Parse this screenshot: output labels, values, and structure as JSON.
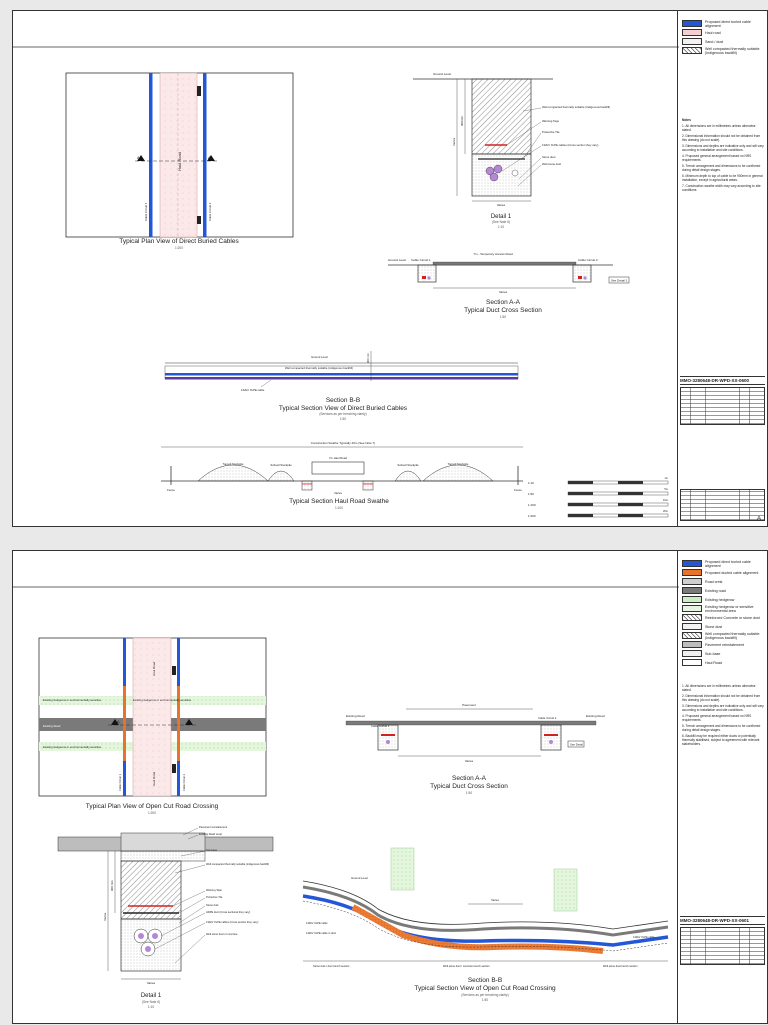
{
  "sheet1": {
    "legend": [
      {
        "label": "Proposed direct buried cable alignment",
        "color": "#2457d6",
        "pattern": "solid"
      },
      {
        "label": "Haul road",
        "color": "#f6d0d0",
        "pattern": "solid"
      },
      {
        "label": "Sand / dust",
        "color": "#f2f2f2",
        "pattern": "dots"
      },
      {
        "label": "Well compacted thermally suitable (Indigenous backfill)",
        "color": "#ffffff",
        "pattern": "hatch"
      }
    ],
    "notes_heading": "Notes",
    "notes": [
      "1. All dimensions are in millimetres unless otherwise stated.",
      "2. Dimensional information should not be obtained from this drawing (do not scale).",
      "3. Dimensions and depths are indicative only and will vary according to installation and site conditions.",
      "4. Proposed general arrangement based on NRS requirements.",
      "5. Trench arrangement and dimensions to be confirmed during detail design stages.",
      "6. Minimum depth to top of cable to be 900mm in general installation, except in agricultural areas.",
      "7. Construction swathe width may vary according to site conditions."
    ],
    "drawing_no": "MMO-3280648-DR-WPD-XX-0600",
    "revision": "A",
    "plan": {
      "title": "Typical Plan View of Direct Buried Cables",
      "scale": "1:200",
      "haul_road": "Haul Road",
      "cable_left": "Cable Circuit 1",
      "cable_right": "Cable Circuit 2",
      "section_mark": "A"
    },
    "detail": {
      "title": "Detail 1",
      "ref": "(See Note 6)",
      "scale": "1:10",
      "ground": "Ground Level",
      "callouts": [
        "Well compacted thermally suitable (Indigenous backfill)",
        "Warning Tape",
        "Protective Tile",
        "132kV XLPE cables (Cross section they vary)",
        "Stone dust",
        "Well stone dust"
      ],
      "dim_width": "Varies",
      "dim_depth": "Varies",
      "dim_depth2": "900mm"
    },
    "section_a": {
      "title_line1": "Section   A-A",
      "title_line2": "Typical Duct Cross Section",
      "scale": "1:50",
      "ground": "Ground Level",
      "road": "7m - Temporary Access Road",
      "cable1": "Cable Circuit 1",
      "cable2": "Cable Circuit 2",
      "see_detail": "See Detail 1",
      "dim": "Varies"
    },
    "section_b": {
      "title_line1": "Section B-B",
      "title_line2": "Typical Section View of Direct Buried Cables",
      "sub": "(Services as per trenching clarity)",
      "scale": "1:50",
      "ground": "Ground Level",
      "cable_note": "132kV XLPE cable",
      "callout": "Well compacted thermally suitable (indigenous backfill)",
      "depth": "900 min"
    },
    "haul": {
      "title": "Typical Section Haul Road Swathe",
      "scale": "1:100",
      "swathe": "Construction Swathe Typically 40m (See Note 7)",
      "topsoil_l": "Topsoil Stockpile",
      "topsoil_r": "Topsoil Stockpile",
      "subsoil_l": "Subsoil Stockpile",
      "subsoil_r": "Subsoil Stockpile",
      "road": "7m Haul Road",
      "dim": "Varies",
      "fence_l": "Fence",
      "fence_r": "Fence"
    },
    "scale_bars": [
      {
        "ratio": "1:10",
        "end": "1m"
      },
      {
        "ratio": "1:50",
        "end": "5m"
      },
      {
        "ratio": "1:100",
        "end": "10m"
      },
      {
        "ratio": "1:200",
        "end": "20m"
      }
    ]
  },
  "sheet2": {
    "legend": [
      {
        "label": "Proposed direct buried cable alignment",
        "color": "#2457d6",
        "pattern": "solid"
      },
      {
        "label": "Proposed ducted cable alignment",
        "color": "#e8742c",
        "pattern": "dots"
      },
      {
        "label": "Road crest",
        "color": "#cfcfcf",
        "pattern": "solid"
      },
      {
        "label": "Existing road",
        "color": "#7a7a7a",
        "pattern": "solid"
      },
      {
        "label": "Existing hedgerow",
        "color": "#cdeec4",
        "pattern": "solid"
      },
      {
        "label": "Existing hedgerow or sensitive environmental area",
        "color": "#e6f6e0",
        "pattern": "dots"
      },
      {
        "label": "Reinforced Concrete or stone dust",
        "color": "#ffffff",
        "pattern": "hatch"
      },
      {
        "label": "Stone dust",
        "color": "#f2f2f2",
        "pattern": "dots"
      },
      {
        "label": "Well compacted thermally suitable (Indigenous backfill)",
        "color": "#ffffff",
        "pattern": "hatch"
      },
      {
        "label": "Pavement reinstatement",
        "color": "#bdbdbd",
        "pattern": "solid"
      },
      {
        "label": "Sub-base",
        "color": "#eeeeee",
        "pattern": "cross"
      },
      {
        "label": "Haul Road",
        "color": "#ffffff",
        "pattern": "solid"
      }
    ],
    "notes": [
      "1. All dimensions are in millimetres unless otherwise stated.",
      "2. Dimensional information should not be obtained from this drawing (do not scale).",
      "3. Dimensions and depths are indicative only and will vary according to installation and site conditions.",
      "4. Proposed general arrangement based on NRS requirements.",
      "5. Trench arrangement and dimensions to be confirmed during detail design stages.",
      "6. Backfill may be required either ducts or potentially thermally stabilised, subject to agreement with relevant stakeholders."
    ],
    "drawing_no": "MMO-3280648-DR-WPD-XX-0601",
    "plan": {
      "title": "Typical Plan View of Open Cut Road Crossing",
      "scale": "1:200",
      "haul_road": "Haul Road",
      "hedge_top": "Existing hedgerow or environmentally sensitive",
      "hedge_bot": "Existing hedgerow or environmentally sensitive",
      "road": "Existing Road",
      "section_mark": "A",
      "cable_left": "Cable Circuit 1",
      "cable_right": "Cable Circuit 2"
    },
    "section_a": {
      "title_line1": "Section   A-A",
      "title_line2": "Typical Duct Cross Section",
      "scale": "1:50",
      "road_l": "Existing Road",
      "road_r": "Existing Road",
      "road": "Pavement",
      "cable1": "Cable Circuit 1",
      "cable2": "Cable Circuit 2",
      "see_detail": "See Detail",
      "dim": "Varies"
    },
    "detail": {
      "title": "Detail 1",
      "ref": "(See Note 6)",
      "scale": "1:10",
      "callouts": [
        "Pavement reinstatement",
        "Existing Road Level",
        "Sub-base",
        "Well compacted thermally suitable (indigenous backfill)",
        "Warning Tape",
        "Protective Tile",
        "Stone dust",
        "HDPE duct (Cross sectional they vary)",
        "132kV XLPE cables (Cross section they vary)",
        "Well stone dust or concrete"
      ],
      "dim_width": "Varies",
      "dim_depth": "Varies",
      "dim_depth2": "900 min"
    },
    "section_b": {
      "title_line1": "Section B-B",
      "title_line2": "Typical Section View of Open Cut Road Crossing",
      "sub": "(Services as per trenching clarity)",
      "scale": "1:50",
      "ground": "Ground Level",
      "cable_l1": "132kV XLPE cable",
      "cable_l2": "132kV XLPE cable in duct",
      "cable_r": "132kV XLPE cable",
      "dim_top": "Varies",
      "footer_l": "Stone dust / duct trench section",
      "footer_m": "Well stone duct / concrete trench section",
      "footer_r": "Well stone dust trench section"
    }
  }
}
